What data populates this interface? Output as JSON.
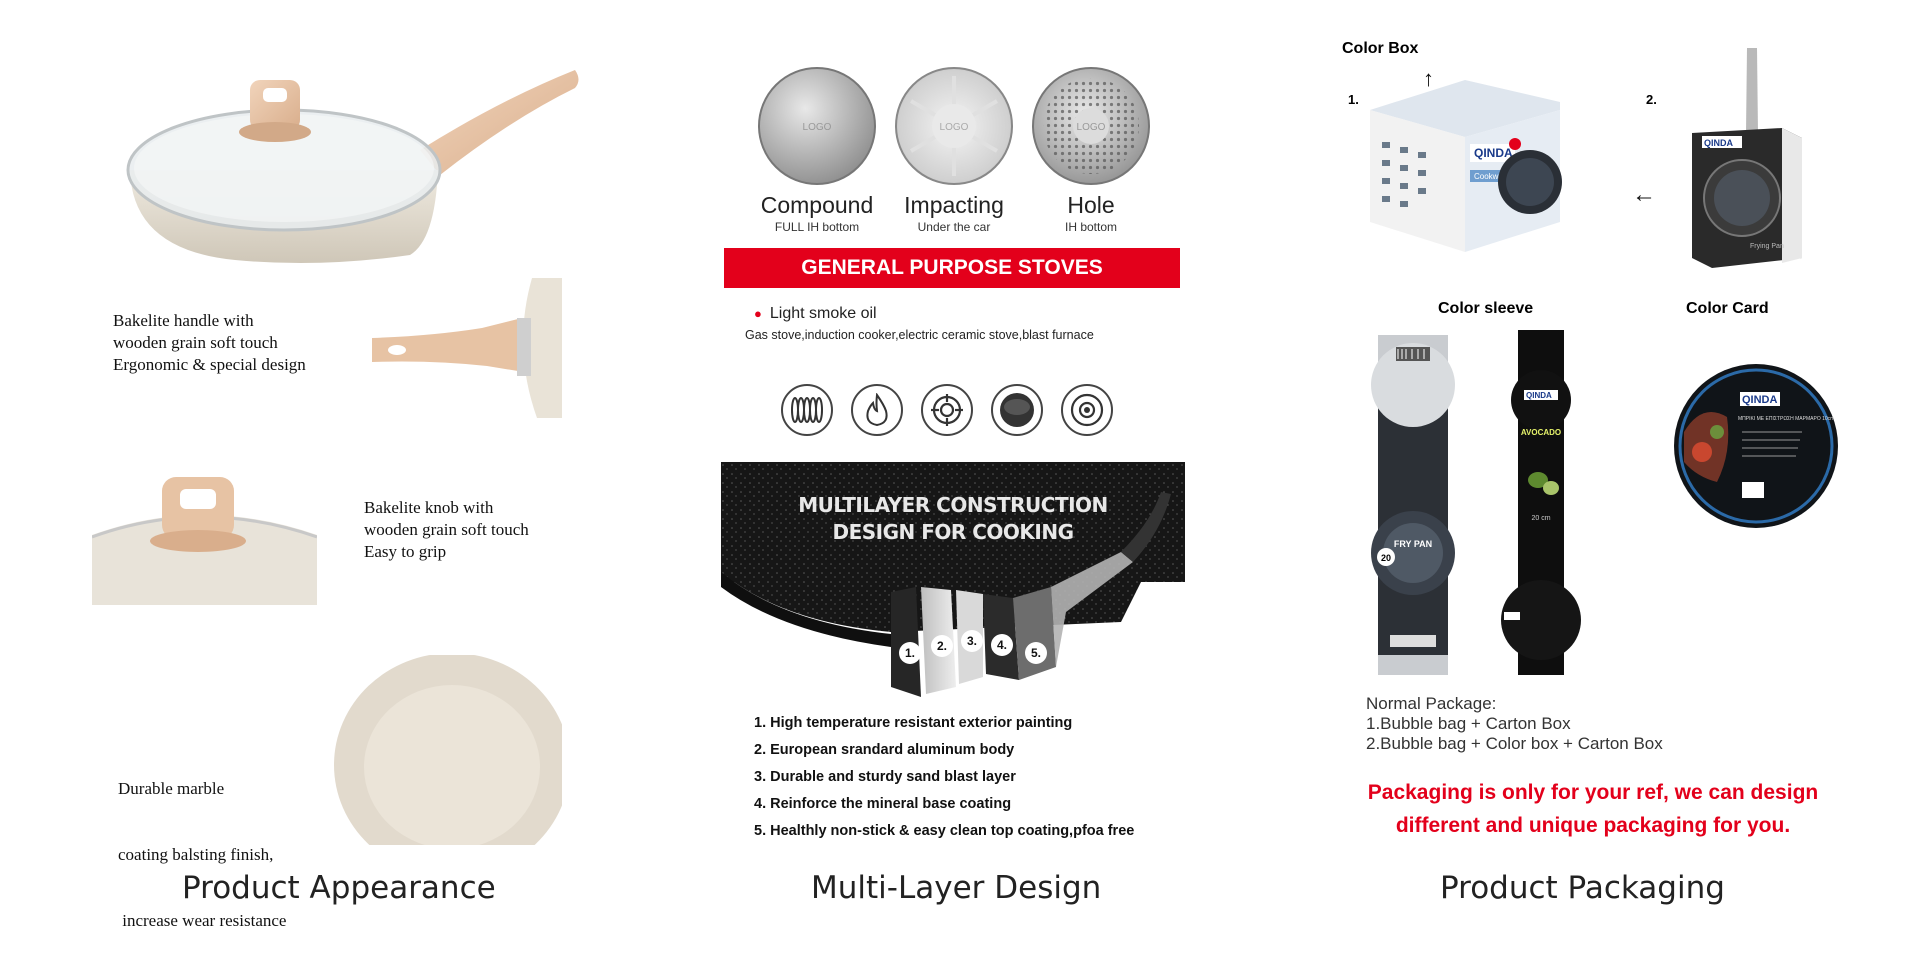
{
  "columns": {
    "appearance": {
      "caption": "Product Appearance",
      "handle_desc": [
        "Bakelite handle with",
        "wooden grain soft touch",
        "Ergonomic & special design"
      ],
      "knob_desc": [
        "Bakelite knob with",
        "wooden grain soft touch",
        "Easy to grip"
      ],
      "coating_desc": [
        "Durable marble",
        "coating balsting finish,",
        " increase wear resistance"
      ]
    },
    "multilayer": {
      "caption": "Multi-Layer Design",
      "bottoms": [
        {
          "name": "Compound",
          "sub": "FULL IH bottom",
          "logo": "LOGO"
        },
        {
          "name": "Impacting",
          "sub": "Under the car",
          "logo": "LOGO"
        },
        {
          "name": "Hole",
          "sub": "IH bottom",
          "logo": "LOGO"
        }
      ],
      "banner": "GENERAL PURPOSE STOVES",
      "bullet": "Light smoke oil",
      "stoves": "Gas stove,induction cooker,electric ceramic stove,blast furnace",
      "stove_icons": [
        "coil-stove-icon",
        "flame-icon",
        "gas-burner-icon",
        "ceramic-plate-icon",
        "induction-icon"
      ],
      "construction_title": [
        "MULTILAYER CONSTRUCTION",
        "DESIGN FOR COOKING"
      ],
      "layer_numbers": [
        "1.",
        "2.",
        "3.",
        "4.",
        "5."
      ],
      "features": [
        "1. High temperature resistant exterior painting",
        "2. European srandard aluminum body",
        "3. Durable and sturdy sand blast layer",
        "4. Reinforce the mineral base coating",
        "5. Healthly non-stick & easy clean top coating,pfoa free"
      ]
    },
    "packaging": {
      "caption": "Product Packaging",
      "color_box": "Color Box",
      "num1": "1.",
      "num2": "2.",
      "color_sleeve": "Color sleeve",
      "color_card": "Color Card",
      "brand": "QINDA",
      "sleeve1_text": "FRY PAN",
      "sleeve1_size": "20",
      "sleeve2_text": "AVOCADO",
      "sleeve2_size": "20 cm",
      "card_text": "ΜΠΡΙΚΙ ΜΕ ΕΠΙΣΤΡΩΣΗ ΜΑΡΜΑΡΟ 10cm",
      "box_label": "Cookware",
      "pan_label": "Frying Pan",
      "normal_title": "Normal Package:",
      "normal_lines": [
        "1.Bubble bag + Carton Box",
        "2.Bubble bag + Color box + Carton Box"
      ],
      "note_lines": [
        "Packaging is only for your ref, we can design",
        "different and unique packaging for you."
      ]
    }
  },
  "colors": {
    "accent_red": "#e3001b",
    "pan_cream": "#e9e3d7",
    "wood": "#e7c3a4",
    "dark_pan": "#1c1c1c"
  }
}
